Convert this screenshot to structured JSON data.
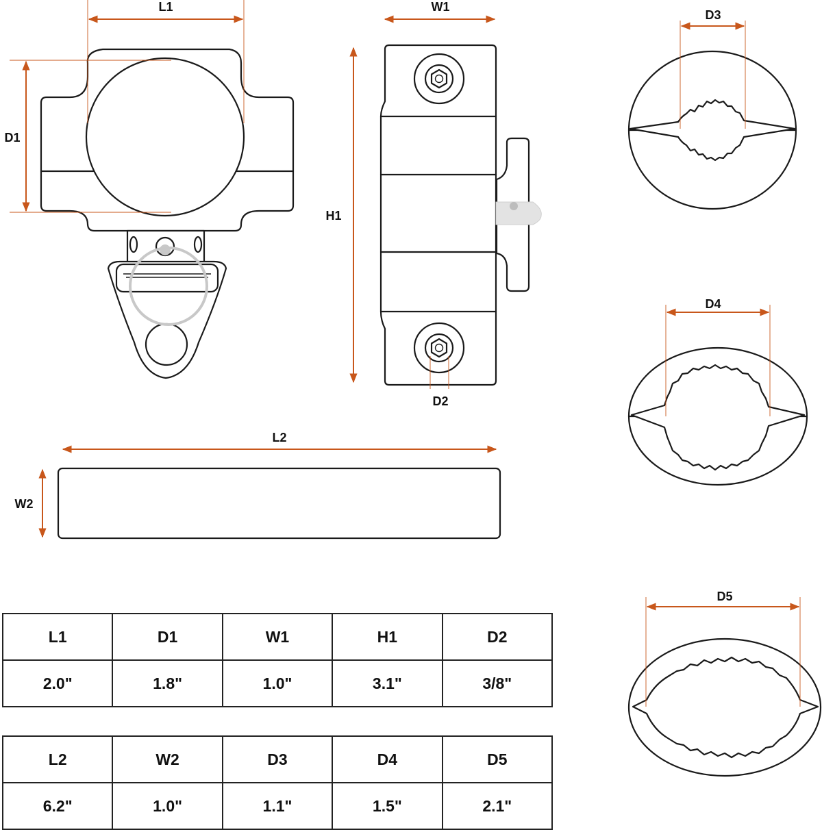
{
  "accent_color": "#c8571b",
  "labels": {
    "L1": "L1",
    "D1": "D1",
    "W1": "W1",
    "H1": "H1",
    "D2": "D2",
    "L2": "L2",
    "W2": "W2",
    "D3": "D3",
    "D4": "D4",
    "D5": "D5"
  },
  "tables": [
    {
      "headers": [
        "L1",
        "D1",
        "W1",
        "H1",
        "D2"
      ],
      "values": [
        "2.0\"",
        "1.8\"",
        "1.0\"",
        "3.1\"",
        "3/8\""
      ]
    },
    {
      "headers": [
        "L2",
        "W2",
        "D3",
        "D4",
        "D5"
      ],
      "values": [
        "6.2\"",
        "1.0\"",
        "1.1\"",
        "1.5\"",
        "2.1\""
      ]
    }
  ]
}
